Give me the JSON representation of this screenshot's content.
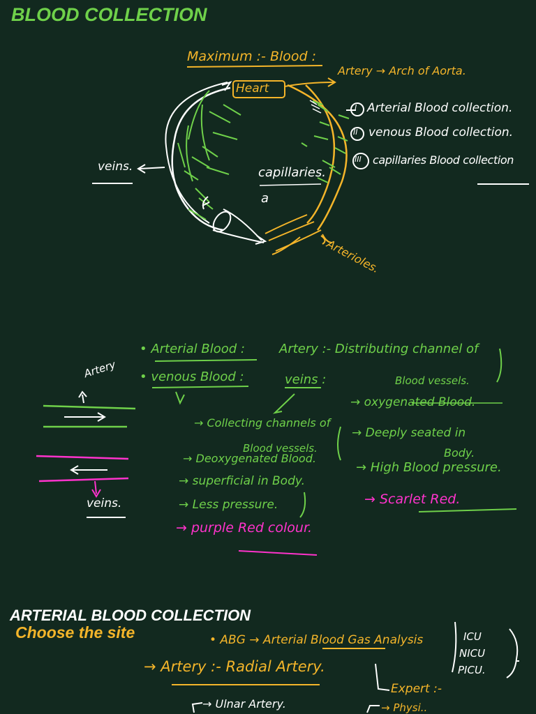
{
  "header": {
    "title": "BLOOD COLLECTION"
  },
  "diagram": {
    "maximum_blood": "Maximum :- Blood :",
    "heart": "Heart",
    "artery_arch": "Artery → Arch of Aorta.",
    "methods": [
      "Arterial Blood collection.",
      "venous Blood collection.",
      "capillaries Blood collection"
    ],
    "method_numbers": [
      "I",
      "II",
      "III"
    ],
    "veins": "veins.",
    "capillaries": "capillaries.",
    "capillaries_marker": "a",
    "arterioles": "Arterioles."
  },
  "comparison": {
    "arterial_blood": "• Arterial Blood :",
    "venous_blood": "• venous Blood :",
    "artery_def": "Artery :- Distributing channel of",
    "artery_def_2": "Blood vessels.",
    "veins_label": "veins :",
    "artery_points": [
      "→ oxygenated Blood.",
      "→ Deeply seated in",
      "Body.",
      "→ High Blood pressure.",
      "→ Scarlet Red."
    ],
    "vein_points": [
      "→ Collecting channels of",
      "Blood vessels.",
      "→ Deoxygenated Blood.",
      "→ superficial in Body.",
      "→ Less pressure.",
      "→ purple Red colour."
    ],
    "left_artery": "Artery",
    "left_veins": "veins."
  },
  "section2": {
    "title": "ARTERIAL BLOOD COLLECTION",
    "subtitle": "Choose the site",
    "abg": "• ABG → Arterial Blood Gas Analysis",
    "units": [
      "ICU",
      "NICU",
      "PICU."
    ],
    "artery_site": "→ Artery :- Radial Artery.",
    "expert": "Expert :-",
    "ulnar": "→ Ulnar Artery.",
    "physician": "→ Physi.."
  }
}
